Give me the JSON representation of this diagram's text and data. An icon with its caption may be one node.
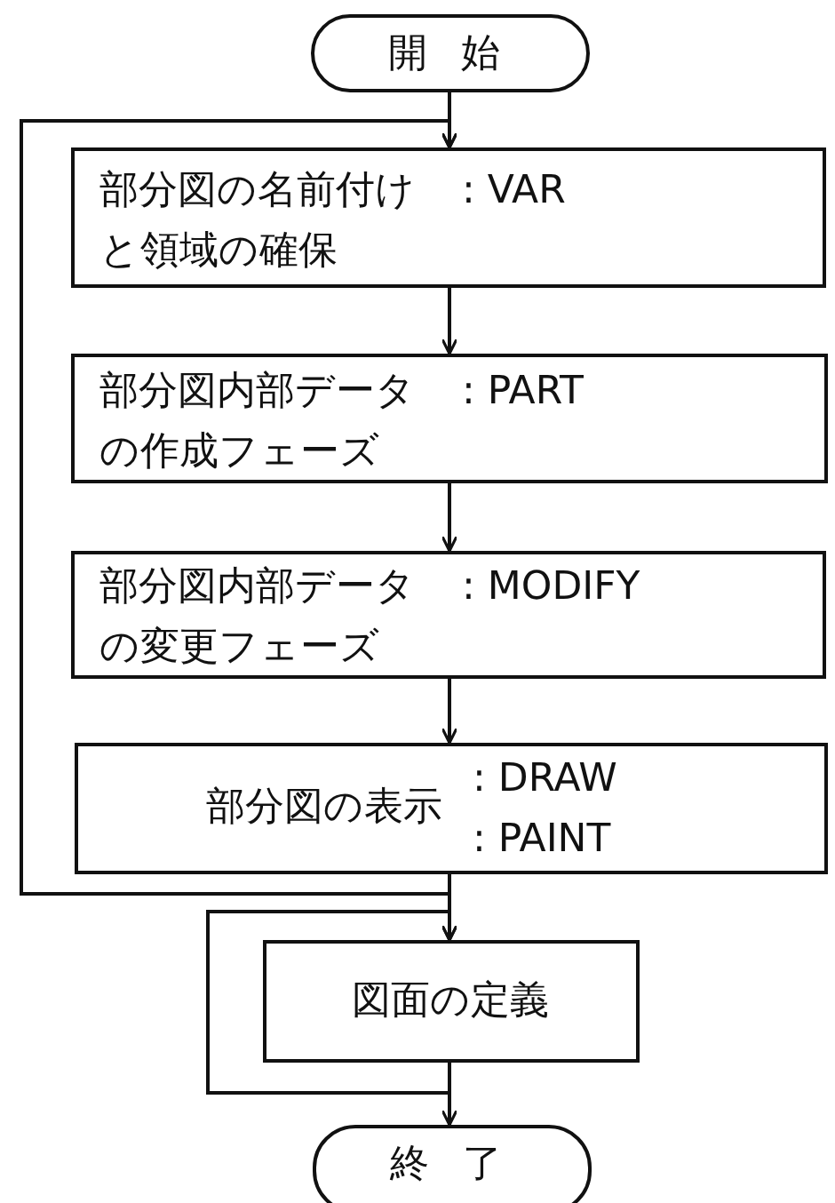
{
  "diagram": {
    "nodes": [
      {
        "text": [
          "開 始"
        ]
      },
      {
        "text": [
          "部分図の名前付けと領域の確保",
          ": VAR"
        ]
      },
      {
        "text": [
          "部分図内部データの作成フェーズ",
          ": PART"
        ]
      },
      {
        "text": [
          "部分図内部データの変更フェーズ",
          ": MODIFY"
        ]
      },
      {
        "text": [
          "部分図の表示",
          ": DRAW",
          ": PAINT"
        ]
      },
      {
        "text": [
          "図面の定義"
        ]
      },
      {
        "text": [
          "終 了"
        ]
      }
    ],
    "edges": [
      {
        "from": 0,
        "to": 1,
        "arrow": "to"
      },
      {
        "from": 1,
        "to": 2,
        "arrow": "to"
      },
      {
        "from": 2,
        "to": 3,
        "arrow": "to"
      },
      {
        "from": 3,
        "to": 4,
        "arrow": "to"
      },
      {
        "from": 4,
        "to": 1,
        "arrow": "to"
      },
      {
        "from": 4,
        "to": 5,
        "arrow": "to"
      },
      {
        "from": 5,
        "to": 5,
        "arrow": "to"
      },
      {
        "from": 5,
        "to": 6,
        "arrow": "to"
      }
    ]
  }
}
